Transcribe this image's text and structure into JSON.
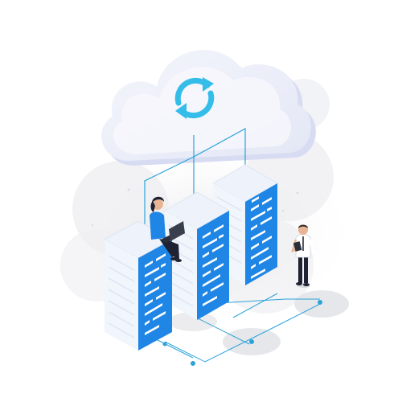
{
  "illustration": {
    "subject": "cloud-sync-data-center",
    "colors": {
      "background": "#ffffff",
      "cloud_light": "#f1f4fb",
      "cloud_shadow": "#d7dcf2",
      "cloud_back": "#e8e9ee",
      "server_top": "#eef3fb",
      "server_side_light": "#f4f7fc",
      "server_side_shade": "#dfe5f1",
      "server_face": "#1f86e6",
      "server_face_dark": "#1466c9",
      "slot": "#ffffff",
      "accent": "#34bde8",
      "connector": "#2aa3d9",
      "floor_shadow": "#e6e7ea",
      "woman_top": "#1f86e6",
      "woman_hair": "#1e2233",
      "laptop": "#2b2f3a",
      "man_shirt": "#ffffff",
      "man_pants": "#1e2233"
    },
    "icons": [
      "cloud-icon",
      "sync-arrows-icon"
    ],
    "people": [
      "woman-with-laptop",
      "man-with-tablet"
    ],
    "server_count": 3
  }
}
